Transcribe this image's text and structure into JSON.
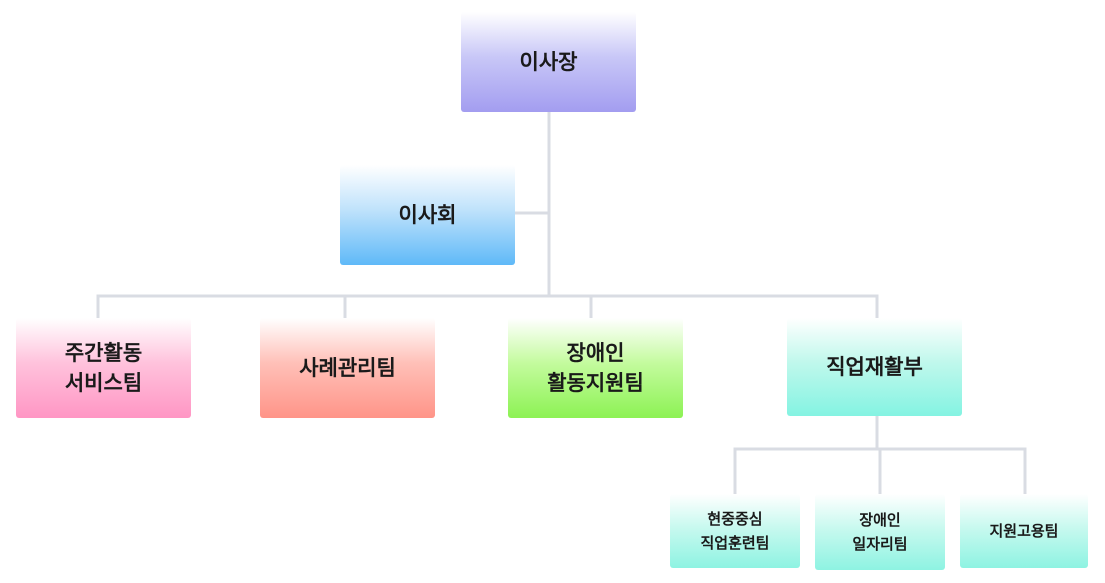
{
  "org_chart": {
    "chairman": {
      "lines": [
        "이사장"
      ]
    },
    "board": {
      "lines": [
        "이사회"
      ]
    },
    "departments": {
      "day_activity": {
        "lines": [
          "주간활동",
          "서비스팀"
        ]
      },
      "case_management": {
        "lines": [
          "사례관리팀"
        ]
      },
      "disability_activity": {
        "lines": [
          "장애인",
          "활동지원팀"
        ]
      },
      "vocational_rehab": {
        "lines": [
          "직업재활부"
        ]
      }
    },
    "vocational_teams": {
      "onsite_training": {
        "lines": [
          "현중중심",
          "직업훈련팀"
        ]
      },
      "disability_jobs": {
        "lines": [
          "장애인",
          "일자리팀"
        ]
      },
      "employment_support": {
        "lines": [
          "지원고용팀"
        ]
      }
    }
  }
}
